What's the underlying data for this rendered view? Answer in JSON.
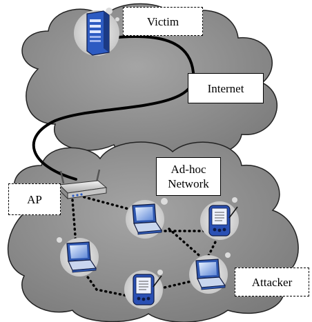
{
  "labels": {
    "victim": "Victim",
    "internet": "Internet",
    "adhoc_line1": "Ad-hoc",
    "adhoc_line2": "Network",
    "ap": "AP",
    "attacker": "Attacker"
  },
  "colors": {
    "cloud_fill": "#8e8e8e",
    "cloud_stroke": "#222222",
    "halo": "#d9d9d9",
    "device_blue": "#3a67c8",
    "device_dark": "#1a2a55"
  },
  "icons": [
    "server-icon",
    "wireless-router-icon",
    "laptop-icon",
    "pda-icon"
  ]
}
